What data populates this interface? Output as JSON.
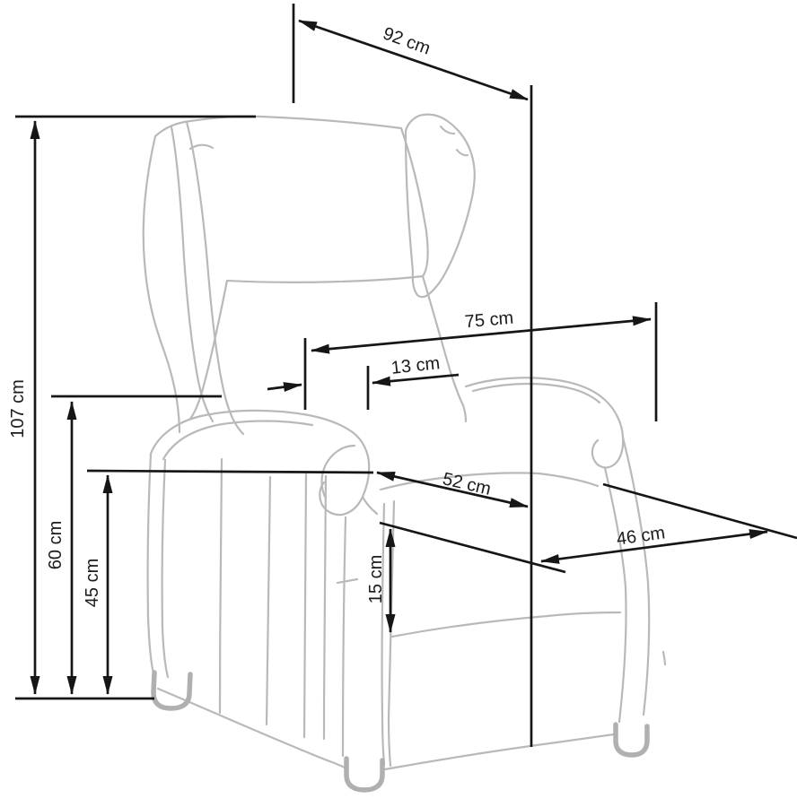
{
  "diagram": {
    "subject": "wingback recliner armchair line drawing with measurements",
    "unit": "cm",
    "dims": [
      {
        "id": "dim-92",
        "value": 92,
        "text": "92 cm"
      },
      {
        "id": "dim-107",
        "value": 107,
        "text": "107 cm"
      },
      {
        "id": "dim-60",
        "value": 60,
        "text": "60 cm"
      },
      {
        "id": "dim-45",
        "value": 45,
        "text": "45 cm"
      },
      {
        "id": "dim-75",
        "value": 75,
        "text": "75 cm"
      },
      {
        "id": "dim-13",
        "value": 13,
        "text": "13 cm"
      },
      {
        "id": "dim-52",
        "value": 52,
        "text": "52 cm"
      },
      {
        "id": "dim-46",
        "value": 46,
        "text": "46 cm"
      },
      {
        "id": "dim-15",
        "value": 15,
        "text": "15 cm"
      }
    ]
  }
}
